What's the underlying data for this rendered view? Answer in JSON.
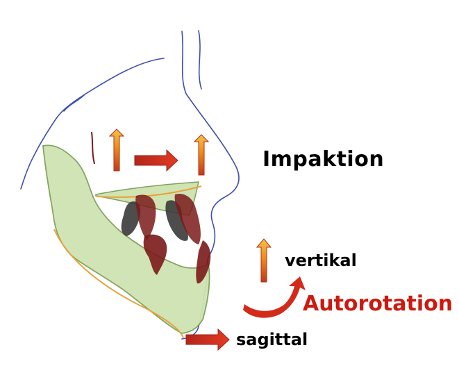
{
  "labels": {
    "impaktion": "Impaktion",
    "vertikal": "vertikal",
    "autorotation": "Autorotation",
    "sagittal": "sagittal"
  },
  "icons": {
    "up_arrow": "orange-gradient-up-arrow-icon",
    "right_arrow": "red-right-arrow-icon",
    "rotation_arrow": "red-curved-rotation-arrow-icon"
  },
  "colors": {
    "profile_line": "#3f4fae",
    "jaw_fill": "#cfe3b3",
    "jaw_outline": "#7fa15a",
    "tooth_dark": "#3a3a3a",
    "tooth_red": "#7a1a1a",
    "arrow_red": "#d32a1a",
    "arrow_orange": "#f08a1c",
    "autorotation_text": "#cc1a10"
  }
}
